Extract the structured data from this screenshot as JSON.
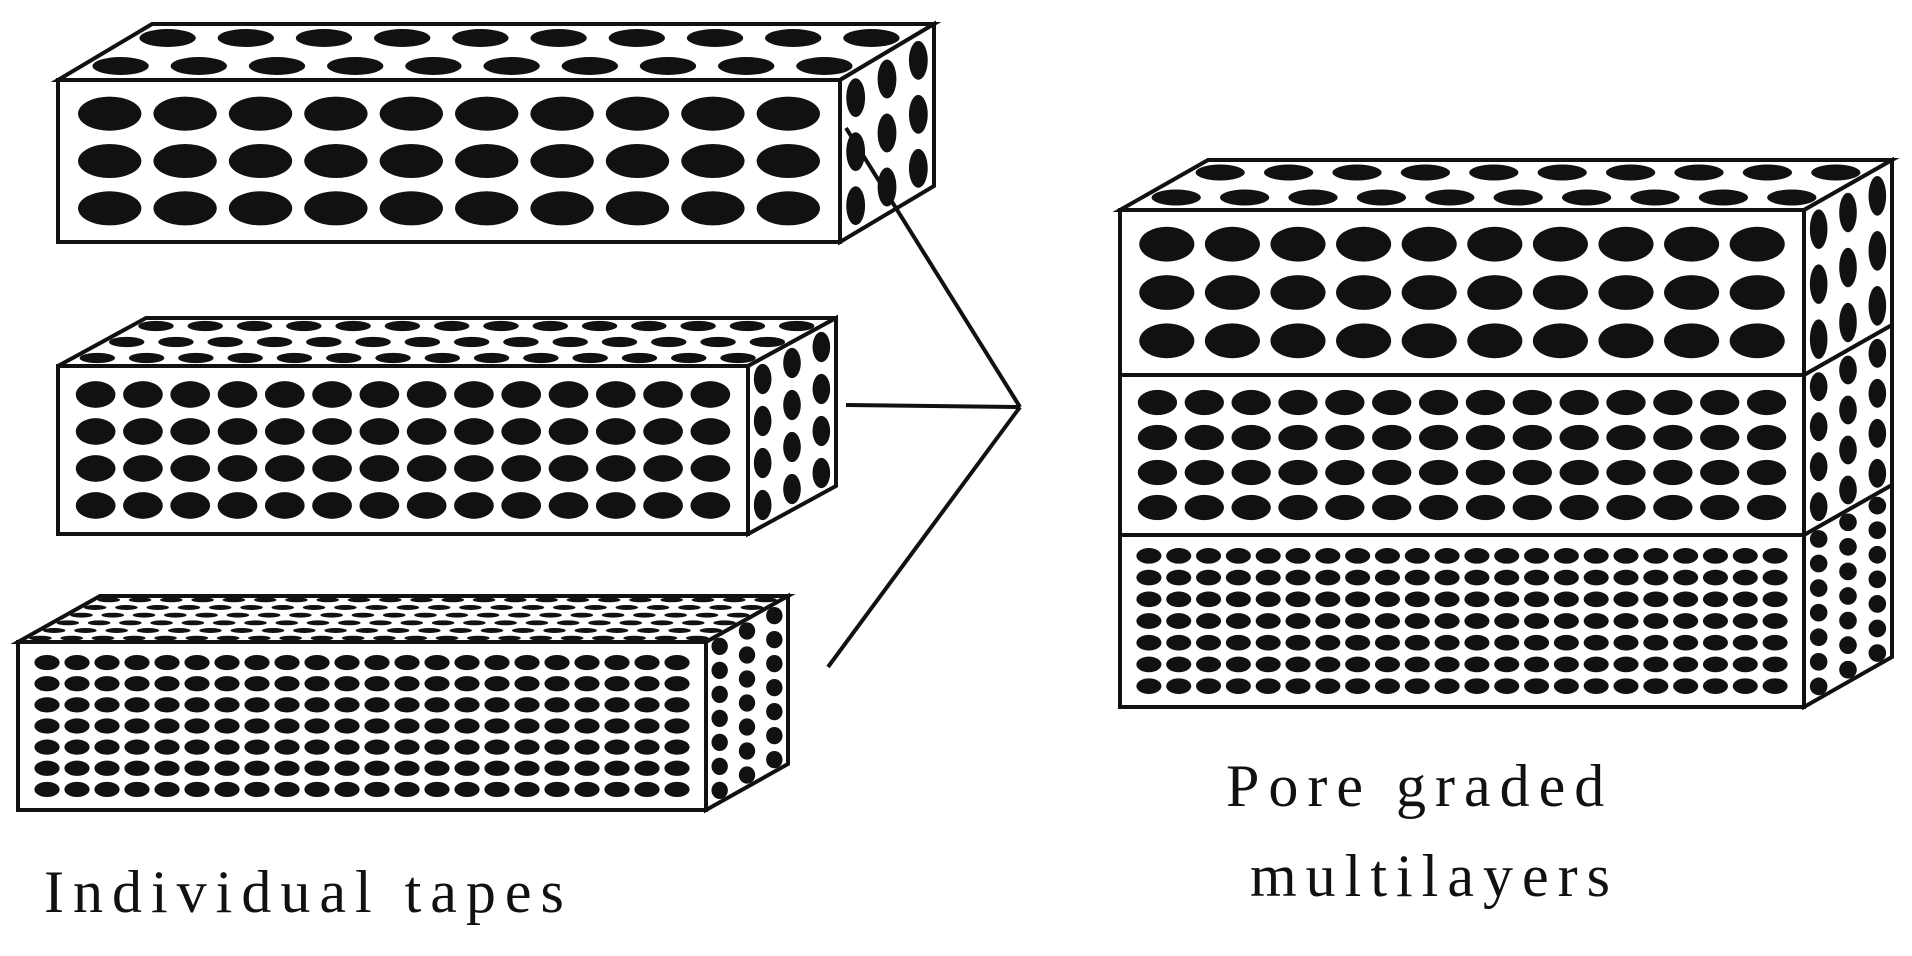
{
  "captions": {
    "left": "Individual tapes",
    "right_line1": "Pore graded",
    "right_line2": "multilayers"
  },
  "colors": {
    "stroke": "#111111",
    "pore": "#111111",
    "face": "#ffffff"
  },
  "individual_tapes": [
    {
      "name": "tape-large-pores",
      "pore_size": "large",
      "rows": 3,
      "cols": 10
    },
    {
      "name": "tape-medium-pores",
      "pore_size": "medium",
      "rows": 4,
      "cols": 14
    },
    {
      "name": "tape-small-pores",
      "pore_size": "small",
      "rows": 7,
      "cols": 22
    }
  ],
  "multilayer": {
    "layers": [
      {
        "name": "layer-large-pores",
        "pore_size": "large",
        "rows": 3,
        "cols": 10
      },
      {
        "name": "layer-medium-pores",
        "pore_size": "medium",
        "rows": 4,
        "cols": 14
      },
      {
        "name": "layer-small-pores",
        "pore_size": "small",
        "rows": 7,
        "cols": 22
      }
    ]
  }
}
